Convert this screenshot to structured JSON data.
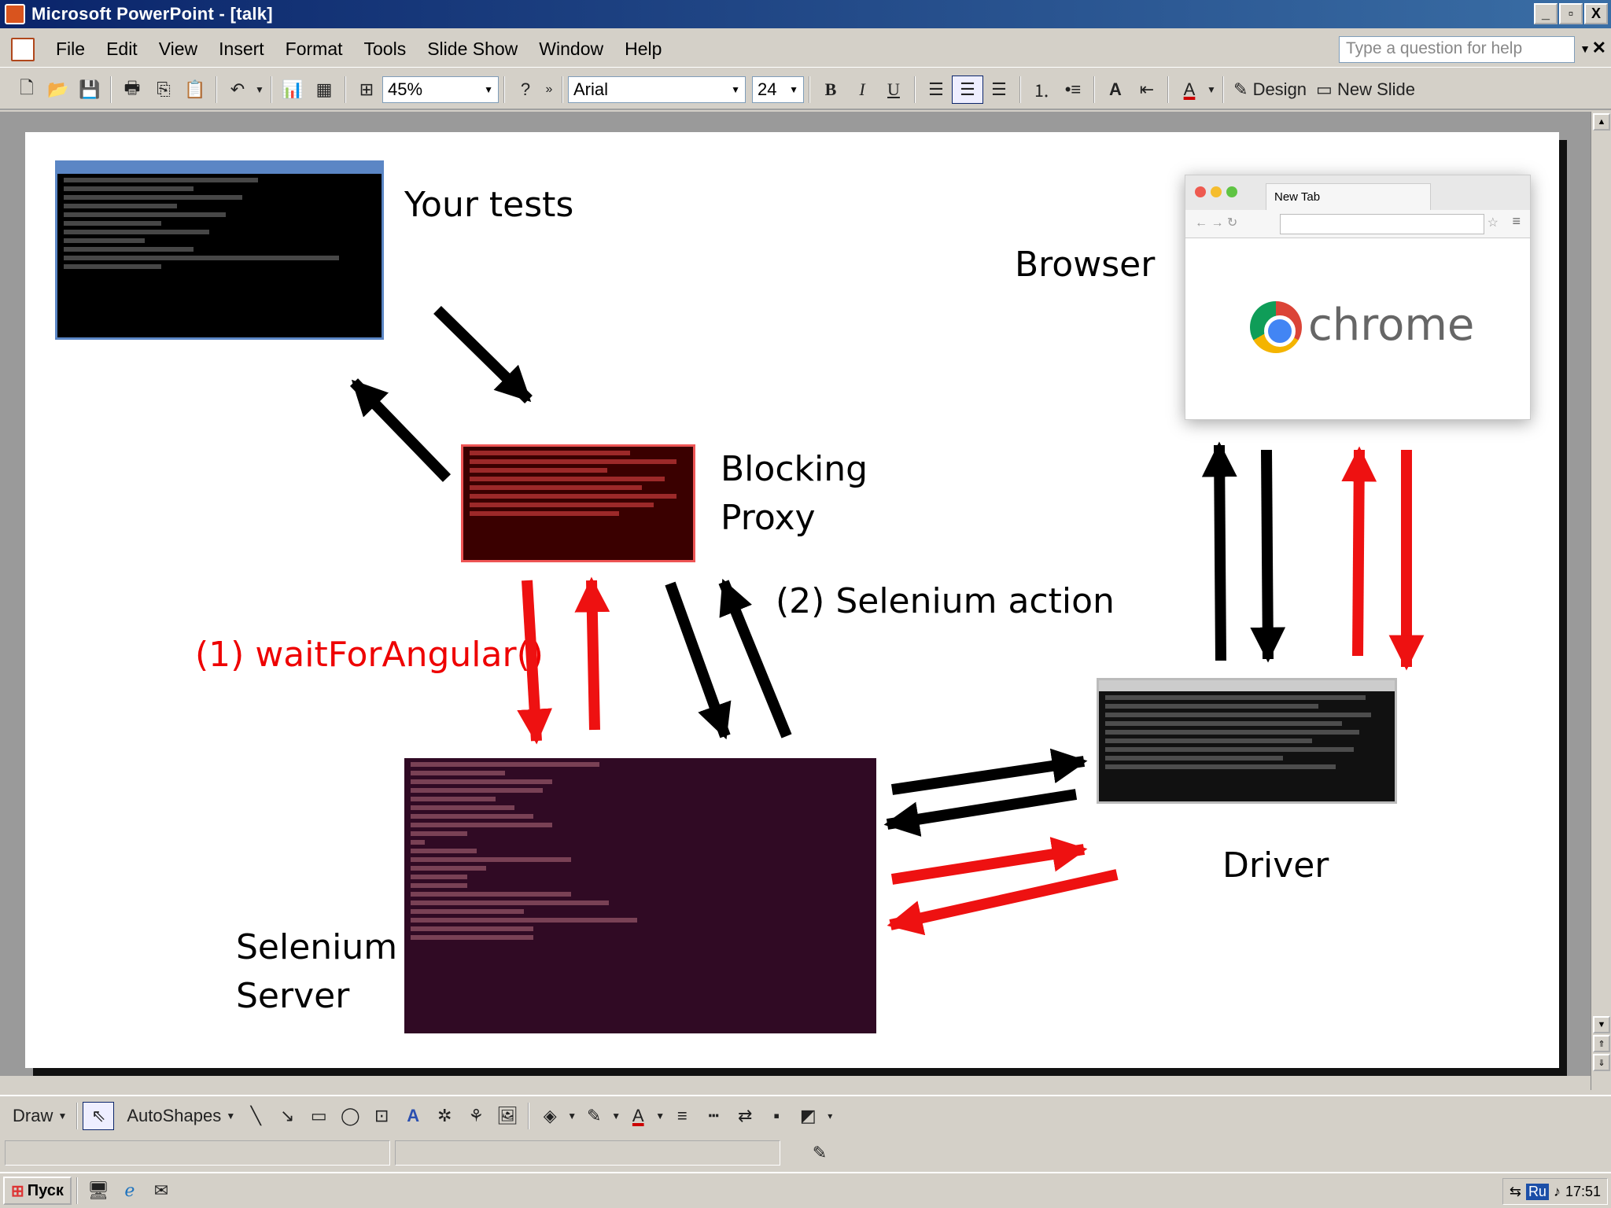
{
  "window": {
    "title": "Microsoft PowerPoint - [talk]",
    "buttons": [
      "_",
      "▫",
      "X"
    ]
  },
  "menu": {
    "items": [
      "File",
      "Edit",
      "View",
      "Insert",
      "Format",
      "Tools",
      "Slide Show",
      "Window",
      "Help"
    ],
    "help_placeholder": "Type a question for help"
  },
  "toolbar": {
    "zoom": "45%",
    "font": "Arial",
    "font_size": "24",
    "bold": "B",
    "italic": "I",
    "underline": "U",
    "design": "Design",
    "new_slide": "New Slide"
  },
  "slide": {
    "labels": {
      "your_tests": "Your tests",
      "browser": "Browser",
      "blocking_proxy_1": "Blocking",
      "blocking_proxy_2": "Proxy",
      "selenium_action": "(2) Selenium action",
      "wait_for_angular": "(1) waitForAngular()",
      "selenium_server_1": "Selenium",
      "selenium_server_2": "Server",
      "driver": "Driver"
    },
    "browser": {
      "tab_title": "New Tab",
      "brand": "chrome"
    },
    "colors": {
      "red_arrow": "#ee1111",
      "black_arrow": "#000000",
      "label_red": "#ee0000"
    }
  },
  "drawing_toolbar": {
    "draw": "Draw",
    "autoshapes": "AutoShapes"
  },
  "taskbar": {
    "start": "Пуск",
    "lang": "Ru",
    "clock": "17:51"
  }
}
